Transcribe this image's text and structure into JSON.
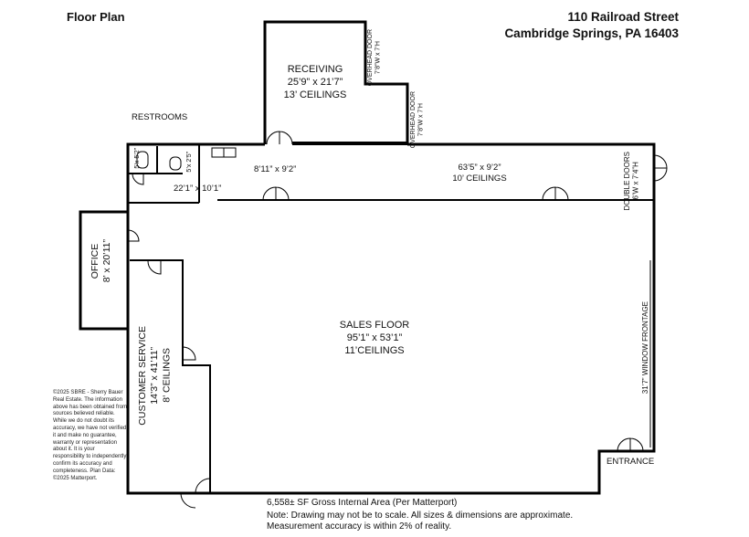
{
  "header": {
    "title": "Floor Plan",
    "address_line1": "110 Railroad Street",
    "address_line2": "Cambridge Springs, PA 16403"
  },
  "rooms": {
    "receiving": {
      "name": "RECEIVING",
      "dims": "25’9” x 21’7”",
      "ceiling": "13’ CEILINGS"
    },
    "overhead_door_1": {
      "name": "OVERHEAD DOOR",
      "dims": "7’8”W x 7’H"
    },
    "overhead_door_2": {
      "name": "OVERHEAD DOOR",
      "dims": "7’8”W x 7’H"
    },
    "restrooms": {
      "name": "RESTROOMS",
      "stall1": "5’x 5’2”",
      "stall2": "5’x 2’5”"
    },
    "corridor_small": {
      "dims": "8’11” x 9’2”"
    },
    "corridor_main": {
      "dims": "63’5” x 9’2”",
      "ceiling": "10’ CEILINGS"
    },
    "hall": {
      "dims": "22’1” x 10’1”"
    },
    "double_doors": {
      "name": "DOUBLE DOORS",
      "dims": "6’W x 7’4”H"
    },
    "office": {
      "name": "OFFICE",
      "dims": "8’ x 20’11”"
    },
    "sales_floor": {
      "name": "SALES FLOOR",
      "dims": "95’1” x 53’1”",
      "ceiling": "11’CEILINGS"
    },
    "customer_service": {
      "name": "CUSTOMER SERVICE",
      "dims": "14’3” x 41’11”",
      "ceiling": "8’ CEILINGS"
    },
    "window_frontage": {
      "name": "31’7” WINDOW FRONTAGE"
    },
    "entrance": {
      "name": "ENTRANCE"
    }
  },
  "footer": {
    "area": "6,558± SF Gross Internal Area (Per Matterport)",
    "note1": "Note: Drawing may not be to scale. All sizes & dimensions are approximate.",
    "note2": "Measurement accuracy is within 2% of reality."
  },
  "copyright": "©2025 SBRE - Sherry Bauer Real Estate. The information above has been obtained from sources believed reliable. While we do not doubt its accuracy, we have not verified it and make no guarantee, warranty or representation about it. It is your responsibility to independently confirm its accuracy and completeness. Plan Data: ©2025 Matterport.",
  "colors": {
    "wall": "#000000",
    "background": "#ffffff"
  }
}
